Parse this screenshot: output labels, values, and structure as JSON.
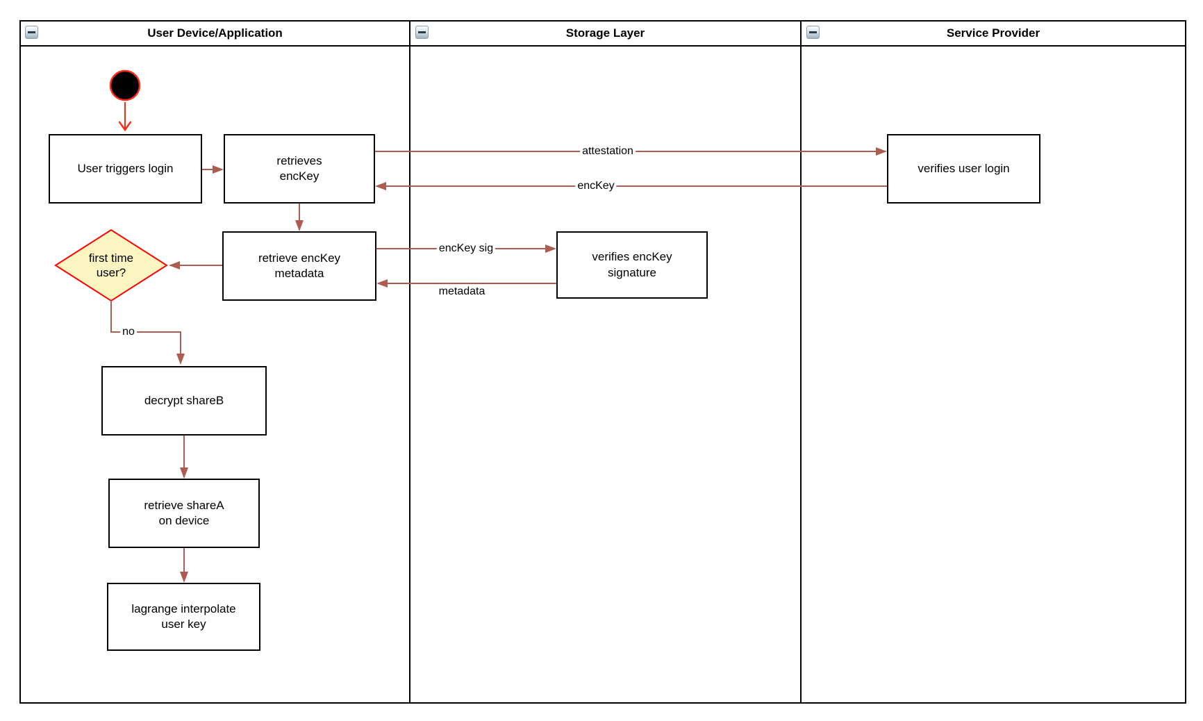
{
  "lanes": [
    {
      "title": "User Device/Application"
    },
    {
      "title": "Storage Layer"
    },
    {
      "title": "Service Provider"
    }
  ],
  "nodes": {
    "user_triggers_login": {
      "label": "User triggers login"
    },
    "retrieves_enckey": {
      "label": "retrieves\nencKey"
    },
    "retrieve_enckey_metadata": {
      "label": "retrieve encKey\nmetadata"
    },
    "first_time_user": {
      "label": "first time\nuser?"
    },
    "decrypt_shareb": {
      "label": "decrypt shareB"
    },
    "retrieve_sharea": {
      "label": "retrieve shareA\non device"
    },
    "lagrange_interpolate": {
      "label": "lagrange interpolate\nuser key"
    },
    "verifies_enckey_signature": {
      "label": "verifies encKey\nsignature"
    },
    "verifies_user_login": {
      "label": "verifies user login"
    }
  },
  "edges": {
    "attestation": {
      "label": "attestation"
    },
    "enckey": {
      "label": "encKey"
    },
    "enckey_sig": {
      "label": "encKey sig"
    },
    "metadata": {
      "label": "metadata"
    },
    "no": {
      "label": "no"
    }
  },
  "icons": {
    "lane_collapse": "minus-square-icon"
  },
  "colors": {
    "flow_arrow": "#AE5B52",
    "start_arrow": "#FF2B17",
    "decision_fill": "#FBF6C1",
    "decision_border": "#FF0000",
    "start_fill": "#000000",
    "node_border": "#000000"
  }
}
